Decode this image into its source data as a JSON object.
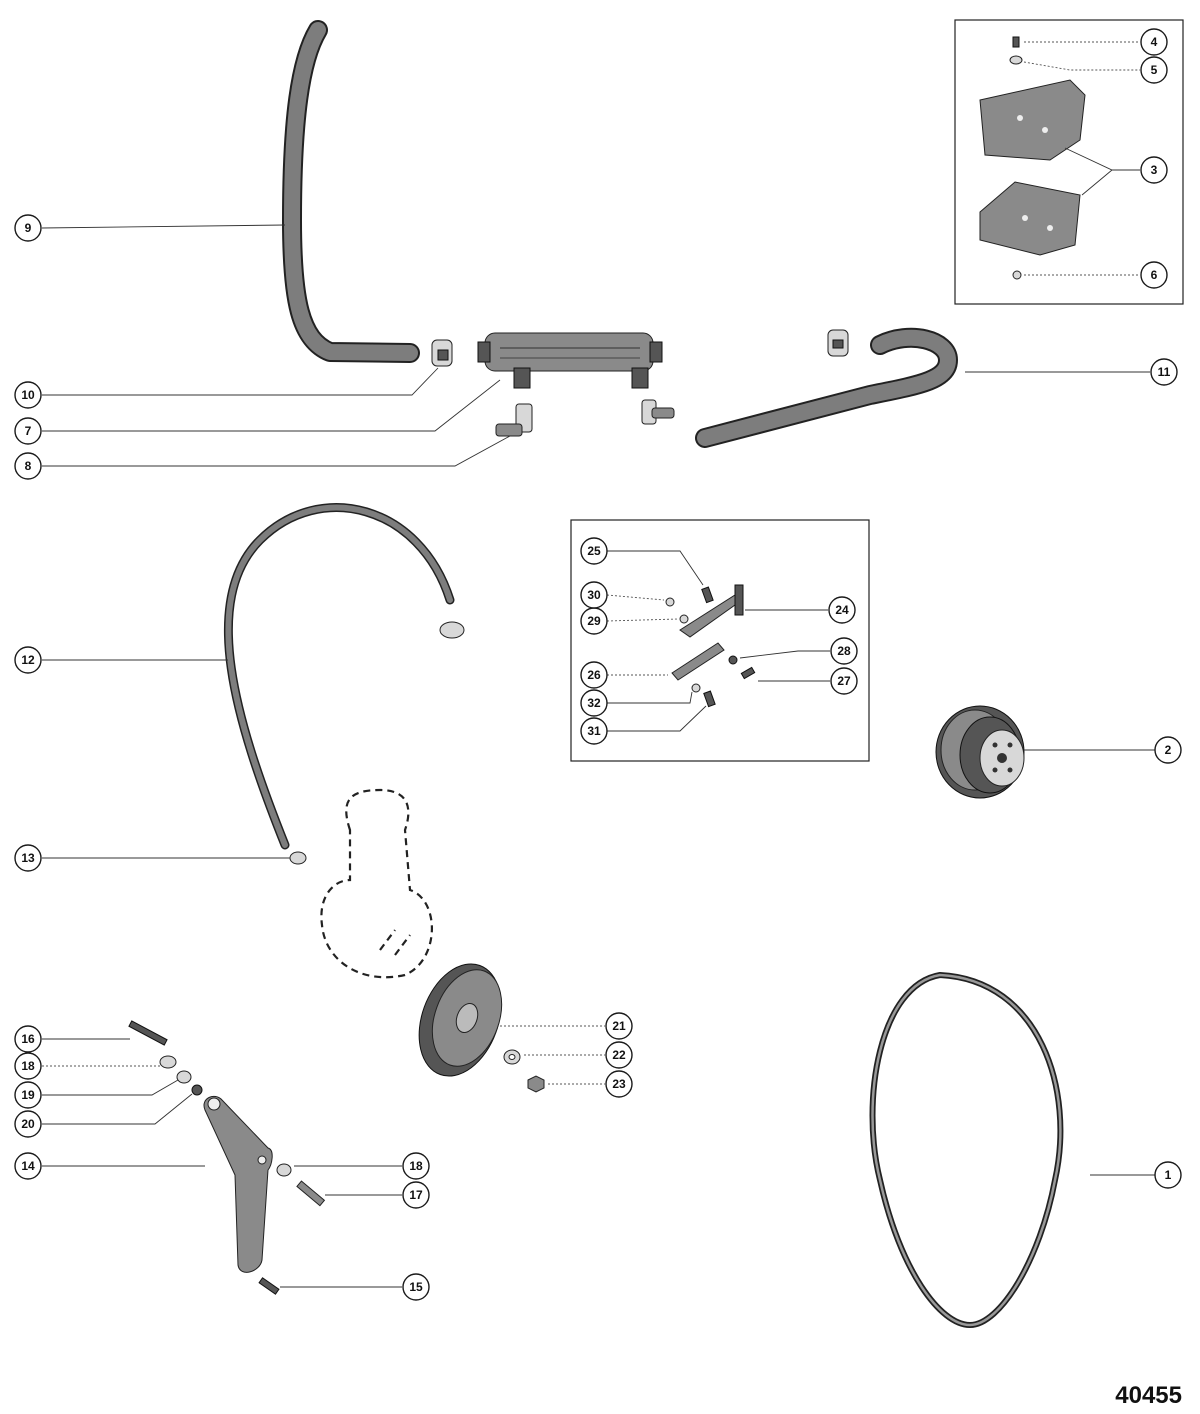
{
  "figure": {
    "number": "40455"
  },
  "callouts": [
    {
      "label": "1"
    },
    {
      "label": "2"
    },
    {
      "label": "3"
    },
    {
      "label": "4"
    },
    {
      "label": "5"
    },
    {
      "label": "6"
    },
    {
      "label": "7"
    },
    {
      "label": "8"
    },
    {
      "label": "9"
    },
    {
      "label": "10"
    },
    {
      "label": "11"
    },
    {
      "label": "12"
    },
    {
      "label": "13"
    },
    {
      "label": "14"
    },
    {
      "label": "15"
    },
    {
      "label": "16"
    },
    {
      "label": "17"
    },
    {
      "label": "18"
    },
    {
      "label": "18"
    },
    {
      "label": "19"
    },
    {
      "label": "20"
    },
    {
      "label": "21"
    },
    {
      "label": "22"
    },
    {
      "label": "23"
    },
    {
      "label": "24"
    },
    {
      "label": "25"
    },
    {
      "label": "26"
    },
    {
      "label": "27"
    },
    {
      "label": "28"
    },
    {
      "label": "29"
    },
    {
      "label": "30"
    },
    {
      "label": "31"
    },
    {
      "label": "32"
    }
  ]
}
